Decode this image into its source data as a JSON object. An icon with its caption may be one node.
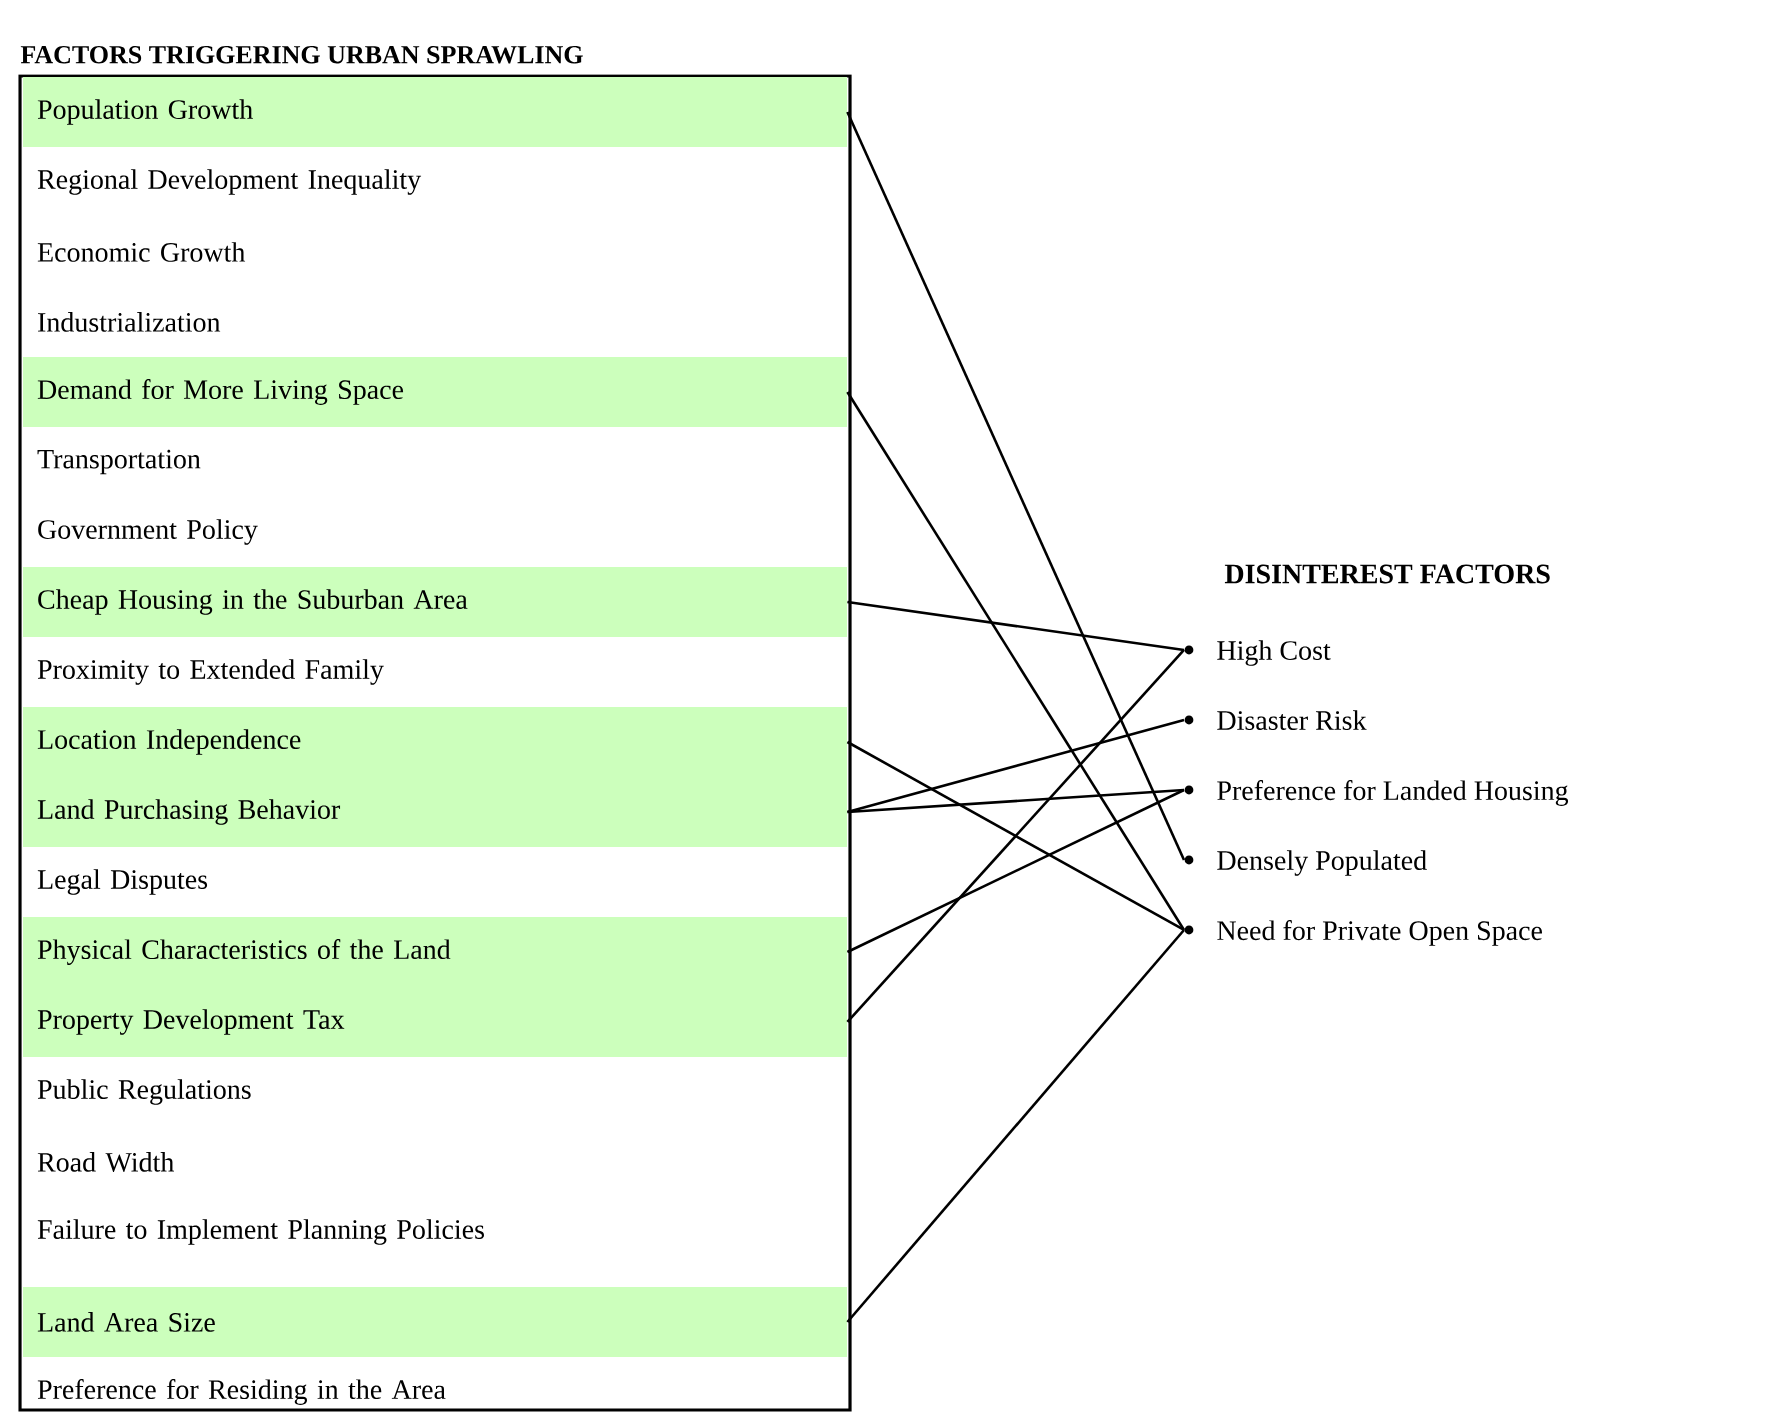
{
  "diagram": {
    "nodes": [
      {
        "text": [
          "FACTORS TRIGGERING URBAN SPRAWLING"
        ]
      },
      {
        "text": [
          "Population Growth"
        ],
        "in": 0
      },
      {
        "text": [
          "Regional Development Inequality"
        ],
        "in": 0
      },
      {
        "text": [
          "Economic Growth"
        ],
        "in": 0
      },
      {
        "text": [
          "Industrialization"
        ],
        "in": 0
      },
      {
        "text": [
          "Demand for More Living Space"
        ],
        "in": 0
      },
      {
        "text": [
          "Transportation"
        ],
        "in": 0
      },
      {
        "text": [
          "Government Policy"
        ],
        "in": 0
      },
      {
        "text": [
          "Cheap Housing in the Suburban Area"
        ],
        "in": 0
      },
      {
        "text": [
          "Proximity to Extended Family"
        ],
        "in": 0
      },
      {
        "text": [
          "Location Independence"
        ],
        "in": 0
      },
      {
        "text": [
          "Land Purchasing Behavior"
        ],
        "in": 0
      },
      {
        "text": [
          "Legal Disputes"
        ],
        "in": 0
      },
      {
        "text": [
          "Physical Characteristics of the Land"
        ],
        "in": 0
      },
      {
        "text": [
          "Property Development Tax"
        ],
        "in": 0
      },
      {
        "text": [
          "Public Regulations"
        ],
        "in": 0
      },
      {
        "text": [
          "Road Width"
        ],
        "in": 0
      },
      {
        "text": [
          "Failure to Implement Planning Policies"
        ],
        "in": 0
      },
      {
        "text": [
          "Land Area Size"
        ],
        "in": 0
      },
      {
        "text": [
          "Preference for Residing in the Area"
        ],
        "in": 0
      },
      {
        "text": [
          "High Cost"
        ]
      },
      {
        "text": [
          "Disaster Risk"
        ]
      },
      {
        "text": [
          "Preference for Landed Housing"
        ]
      },
      {
        "text": [
          "Densely Populated"
        ]
      },
      {
        "text": [
          "Need for Private Open Space"
        ]
      }
    ],
    "edges": [
      {
        "from": 1,
        "to": 23,
        "arrow": "none"
      },
      {
        "from": 5,
        "to": 24,
        "arrow": "none"
      },
      {
        "from": 8,
        "to": 20,
        "arrow": "none"
      },
      {
        "from": 10,
        "to": 24,
        "arrow": "none"
      },
      {
        "from": 11,
        "to": 21,
        "arrow": "none"
      },
      {
        "from": 11,
        "to": 22,
        "arrow": "none"
      },
      {
        "from": 13,
        "to": 22,
        "arrow": "none"
      },
      {
        "from": 14,
        "to": 20,
        "arrow": "none"
      },
      {
        "from": 18,
        "to": 24,
        "arrow": "none"
      }
    ],
    "labels": [
      "DISINTEREST FACTORS"
    ]
  }
}
